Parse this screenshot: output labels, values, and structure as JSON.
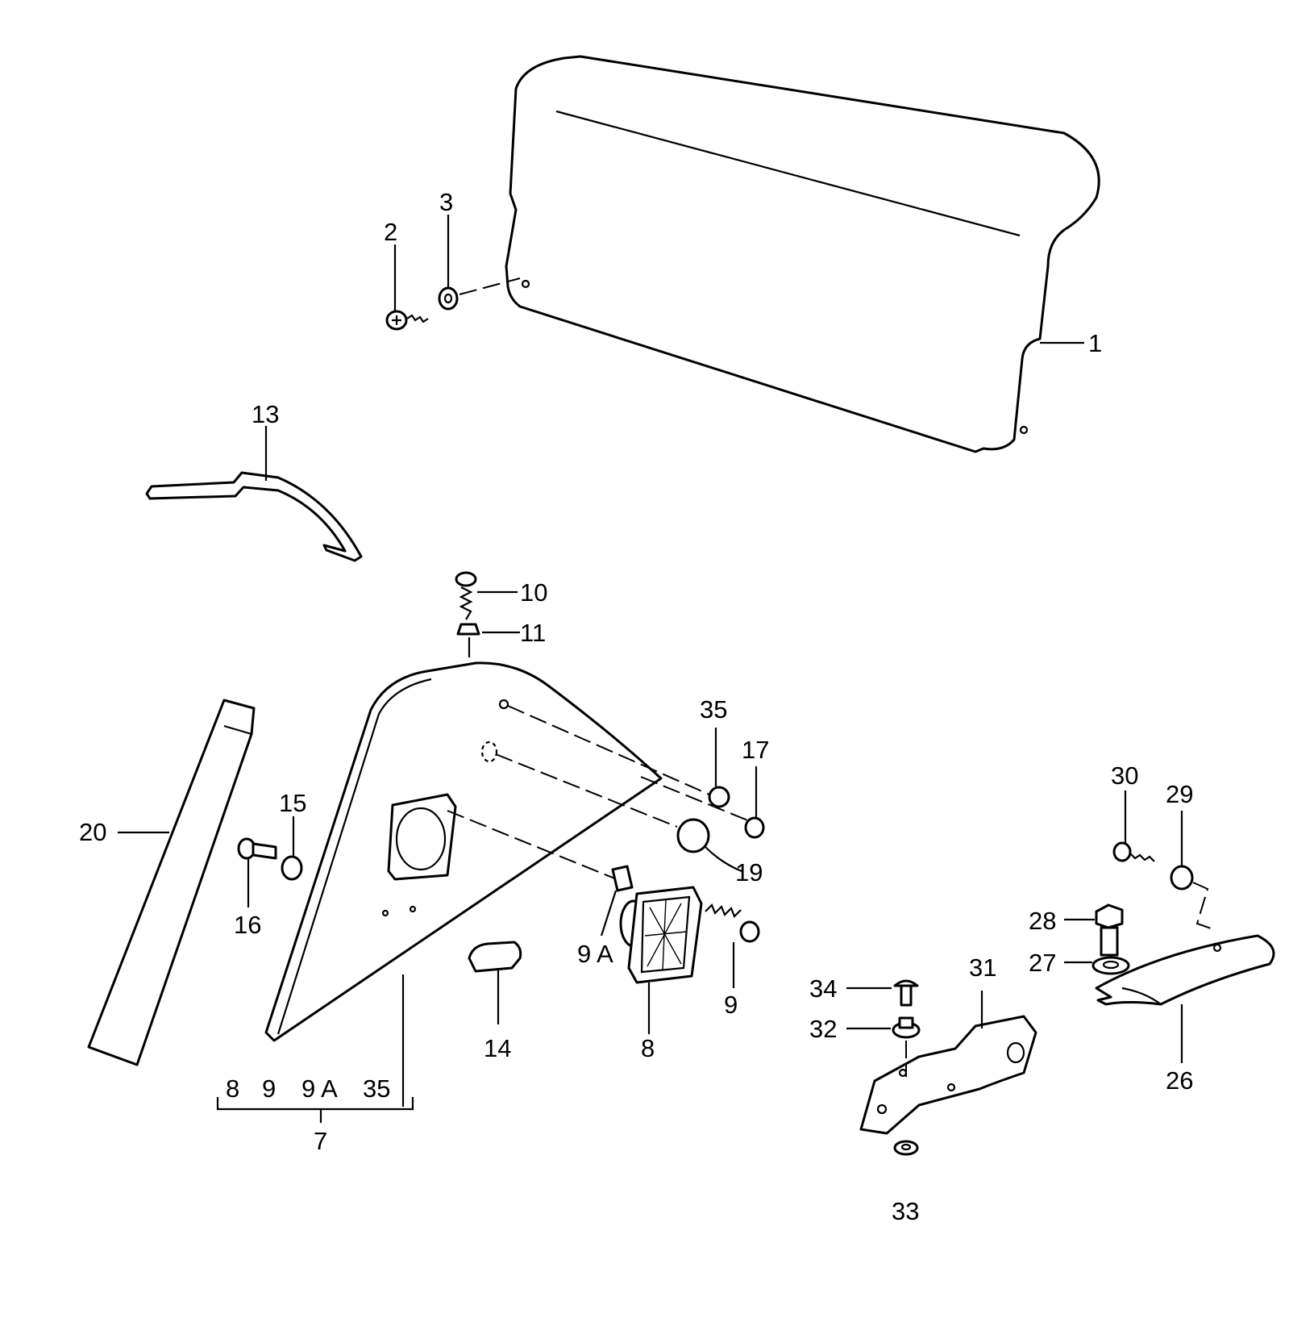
{
  "diagram": {
    "labels": {
      "p1": "1",
      "p2": "2",
      "p3": "3",
      "p13": "13",
      "p10": "10",
      "p11": "11",
      "p35": "35",
      "p17": "17",
      "p15": "15",
      "p20": "20",
      "p16": "16",
      "p19": "19",
      "p9a": "9 A",
      "p8": "8",
      "p9": "9",
      "p14": "14",
      "p30": "30",
      "p29": "29",
      "p28": "28",
      "p27": "27",
      "p34": "34",
      "p31": "31",
      "p32": "32",
      "p26": "26",
      "p33": "33",
      "p7": "7"
    },
    "kit_group": {
      "items": [
        "8",
        "9",
        "9 A",
        "35"
      ],
      "assembly": "7"
    }
  }
}
